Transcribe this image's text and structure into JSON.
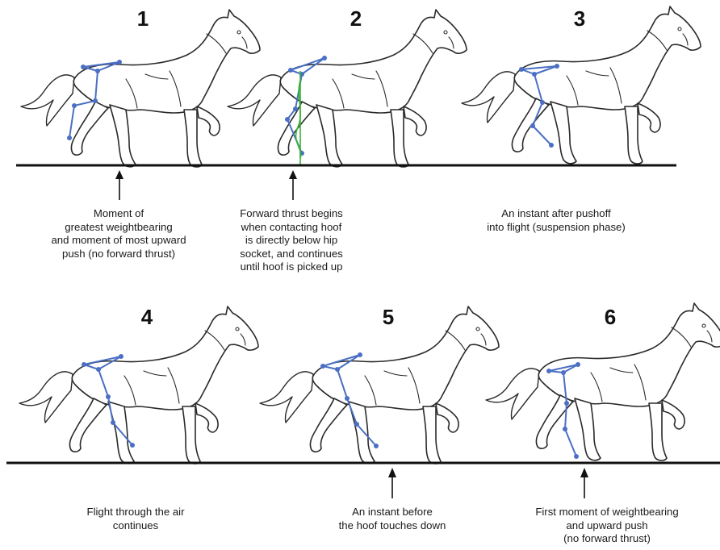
{
  "phases": [
    {
      "number": "1",
      "caption": [
        "Moment of",
        "greatest weightbearing",
        "and moment of most upward",
        "push (no forward thrust)"
      ]
    },
    {
      "number": "2",
      "caption": [
        "Forward thrust begins",
        "when contacting hoof",
        "is directly below hip",
        "socket, and continues",
        "until hoof is picked up"
      ]
    },
    {
      "number": "3",
      "caption": [
        "An instant after pushoff",
        "into flight (suspension phase)"
      ]
    },
    {
      "number": "4",
      "caption": [
        "Flight through the air",
        "continues"
      ]
    },
    {
      "number": "5",
      "caption": [
        "An instant before",
        "the hoof touches down"
      ]
    },
    {
      "number": "6",
      "caption": [
        "First moment of weightbearing",
        "and upward push",
        "(no forward thrust)"
      ]
    }
  ],
  "colors": {
    "skeleton": "#4a6fc4",
    "plumb_line": "#37b233",
    "ground": "#111111"
  }
}
